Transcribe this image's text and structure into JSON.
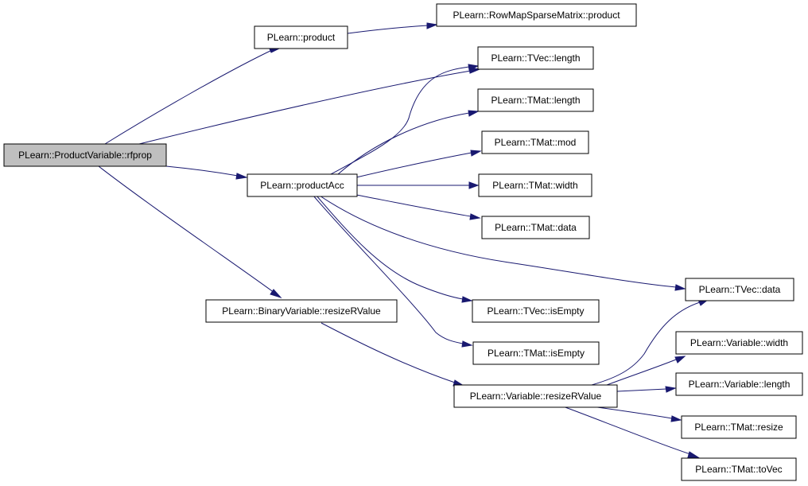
{
  "graph": {
    "edge_color": "#191970",
    "root_fill": "#bfbfbf",
    "nodes": {
      "rfprop": "PLearn::ProductVariable::rfprop",
      "product": "PLearn::product",
      "rowmap_product": "PLearn::RowMapSparseMatrix::product",
      "tvec_length": "PLearn::TVec::length",
      "tmat_length": "PLearn::TMat::length",
      "tmat_mod": "PLearn::TMat::mod",
      "productacc": "PLearn::productAcc",
      "tmat_width": "PLearn::TMat::width",
      "tmat_data": "PLearn::TMat::data",
      "tvec_data": "PLearn::TVec::data",
      "binary_resize": "PLearn::BinaryVariable::resizeRValue",
      "tvec_isempty": "PLearn::TVec::isEmpty",
      "var_width": "PLearn::Variable::width",
      "tmat_isempty": "PLearn::TMat::isEmpty",
      "var_resize": "PLearn::Variable::resizeRValue",
      "var_length": "PLearn::Variable::length",
      "tmat_resize": "PLearn::TMat::resize",
      "tmat_tovec": "PLearn::TMat::toVec"
    }
  }
}
